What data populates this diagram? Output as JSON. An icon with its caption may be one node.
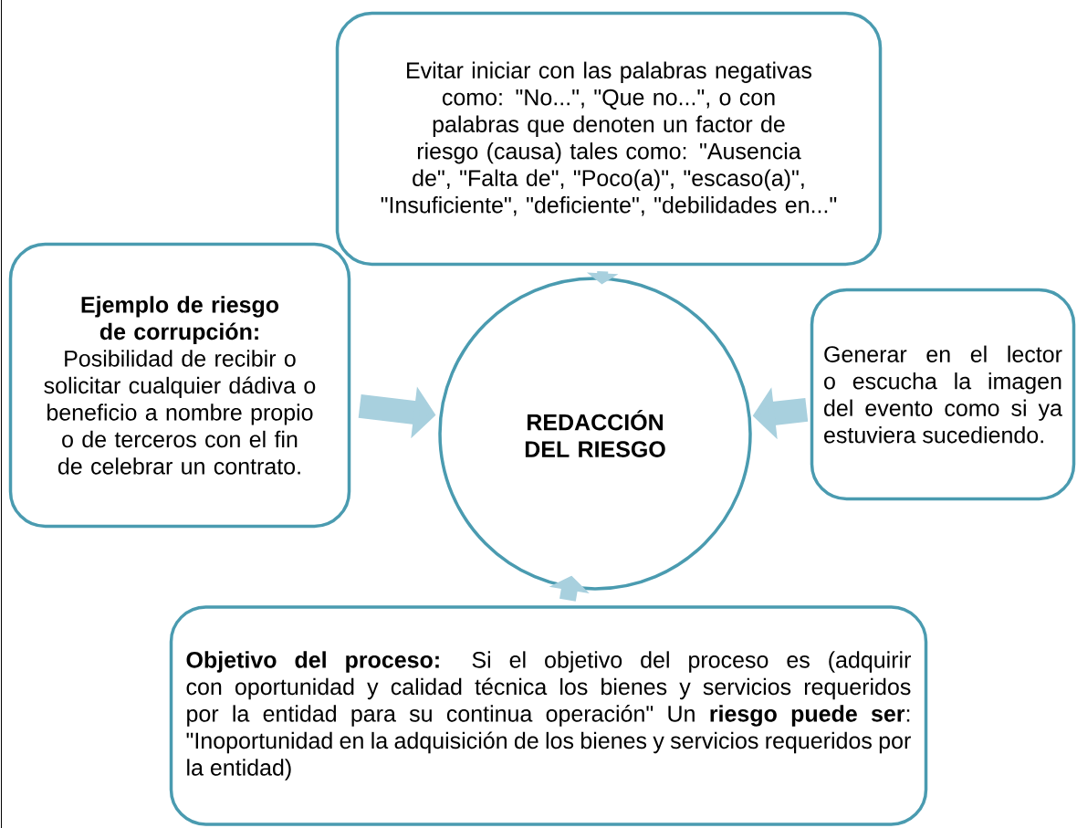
{
  "diagram": {
    "nodes": [
      {
        "text": [
          "Evitar iniciar con las palabras negativas como: \"No...\", \"Que no...\", o con palabras que denoten un factor de riesgo (causa) tales como: \"Ausencia de\", \"Falta de\", \"Poco(a)\", \"escaso(a)\", \"Insuficiente\", \"deficiente\", \"debilidades en...\""
        ]
      },
      {
        "text": [
          "Ejemplo de riesgo de corrupción:",
          "Posibilidad de recibir o solicitar cualquier dádiva o beneficio a nombre propio o de terceros con el fin de celebrar un contrato."
        ]
      },
      {
        "text": [
          "REDACCIÓN DEL RIESGO"
        ]
      },
      {
        "text": [
          "Generar en el lector o escucha la imagen del evento como si ya estuviera sucediendo."
        ]
      },
      {
        "text": [
          "**Objetivo del proceso:** Si el objetivo del proceso es (adquirir con oportunidad y calidad técnica los bienes y servicios requeridos por la entidad para su continua operación\" Un **riesgo puede ser**: \"Inoportunidad en la adquisición de los bienes y servicios requeridos por la entidad)"
        ]
      }
    ],
    "edges": [
      {
        "from": 0,
        "to": 2,
        "arrow": "to"
      },
      {
        "from": 1,
        "to": 2,
        "arrow": "to"
      },
      {
        "from": 3,
        "to": 2,
        "arrow": "to"
      },
      {
        "from": 4,
        "to": 2,
        "arrow": "to"
      }
    ]
  }
}
